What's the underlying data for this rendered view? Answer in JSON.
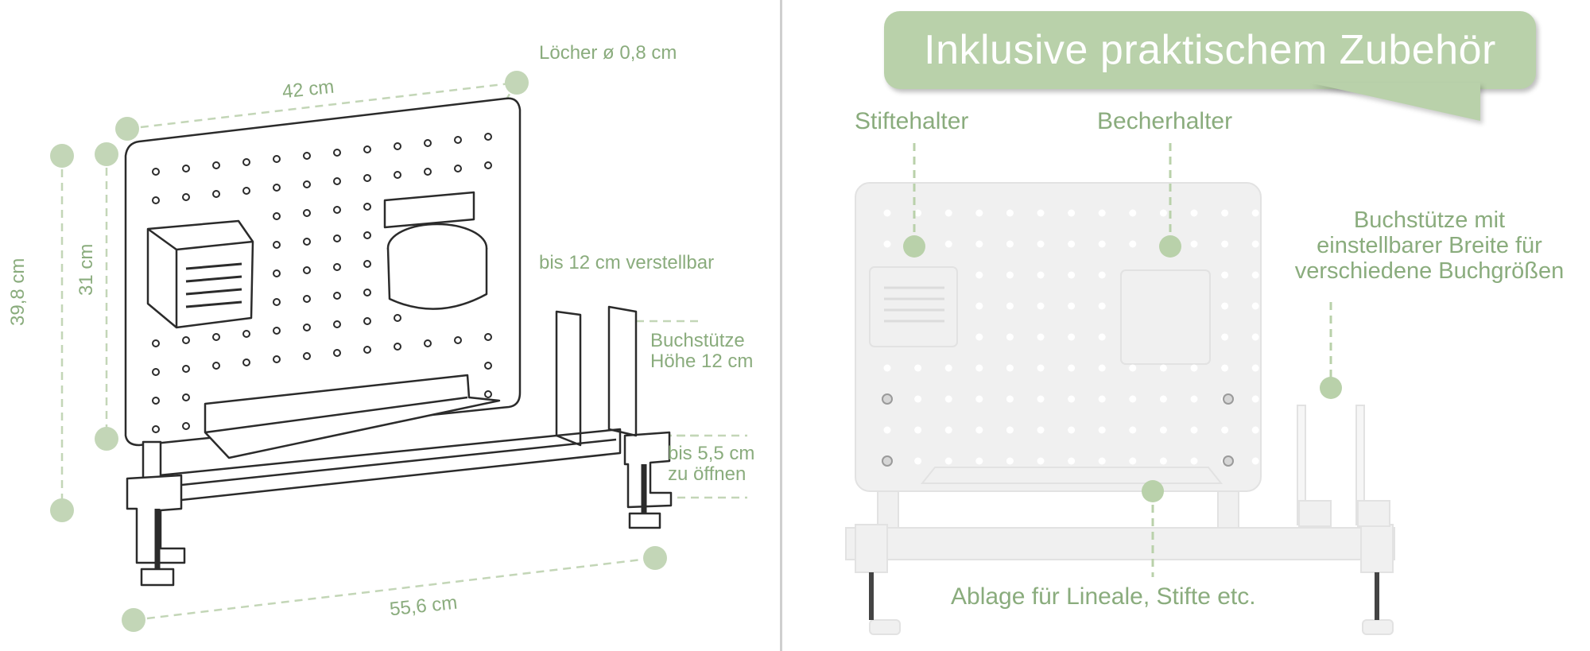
{
  "left": {
    "dimensions": {
      "width_top": "42 cm",
      "holes": "Löcher ø 0,8 cm",
      "height_total": "39,8 cm",
      "height_board": "31 cm",
      "adjustable": "bis 12 cm verstellbar",
      "bookend_height": "Buchstütze\nHöhe 12 cm",
      "clamp_opening": "bis 5,5 cm\nzu öffnen",
      "width_base": "55,6 cm"
    }
  },
  "right": {
    "banner": "Inklusive praktischem Zubehör",
    "labels": {
      "pen_holder": "Stiftehalter",
      "cup_holder": "Becherhalter",
      "bookend": "Buchstütze mit\neinstellbarer Breite für\nverschiedene Buchgrößen",
      "shelf": "Ablage für Lineale, Stifte etc."
    }
  },
  "colors": {
    "accent_green": "#8aac7d",
    "dot_green": "#c3d6b7",
    "banner_green": "#b9d1aa",
    "line_art": "#2b2b2b",
    "product_white": "#f1f1f1"
  }
}
